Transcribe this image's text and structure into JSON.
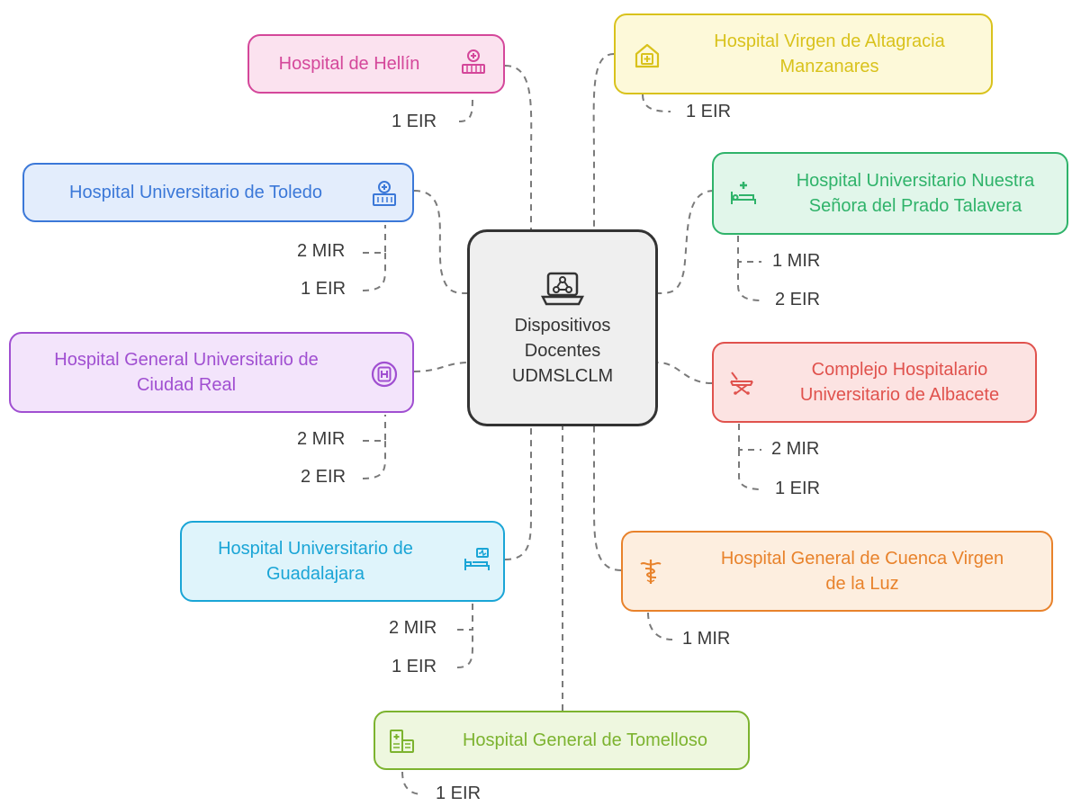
{
  "center": {
    "lines": [
      "Dispositivos",
      "Docentes",
      "UDMSLCLM"
    ],
    "icon": "network-laptop-icon"
  },
  "nodes": {
    "hellin": {
      "lines": [
        "Hospital de Hellín"
      ],
      "color": "#d4479a",
      "fill": "#fbe2ef",
      "icon": "hospital-building-icon",
      "items": [
        "1 EIR"
      ]
    },
    "toledo": {
      "lines": [
        "Hospital Universitario de Toledo"
      ],
      "color": "#3b78d8",
      "fill": "#e3edfc",
      "icon": "hospital-building-icon",
      "items": [
        "2 MIR",
        "1 EIR"
      ]
    },
    "ciudad_real": {
      "lines": [
        "Hospital General Universitario de",
        "Ciudad Real"
      ],
      "color": "#a04fd1",
      "fill": "#f3e4fb",
      "icon": "hospital-h-icon",
      "items": [
        "2 MIR",
        "2 EIR"
      ]
    },
    "guadalajara": {
      "lines": [
        "Hospital Universitario de",
        "Guadalajara"
      ],
      "color": "#1aa5d6",
      "fill": "#dff4fb",
      "icon": "hospital-bed-monitor-icon",
      "items": [
        "2 MIR",
        "1 EIR"
      ]
    },
    "tomelloso": {
      "lines": [
        "Hospital General de Tomelloso"
      ],
      "color": "#7cb32f",
      "fill": "#eef7df",
      "icon": "hospital-building-icon",
      "items": [
        "1 EIR"
      ]
    },
    "manzanares": {
      "lines": [
        "Hospital Virgen de Altagracia",
        "Manzanares"
      ],
      "color": "#d9c21c",
      "fill": "#fdf9d9",
      "icon": "hospital-house-icon",
      "items": [
        "1 EIR"
      ]
    },
    "talavera": {
      "lines": [
        "Hospital Universitario Nuestra",
        "Señora del Prado Talavera"
      ],
      "color": "#2fb36a",
      "fill": "#e1f6ea",
      "icon": "hospital-bed-icon",
      "items": [
        "1 MIR",
        "2 EIR"
      ]
    },
    "albacete": {
      "lines": [
        "Complejo Hospitalario",
        "Universitario de Albacete"
      ],
      "color": "#e0524d",
      "fill": "#fce3e2",
      "icon": "stretcher-icon",
      "items": [
        "2 MIR",
        "1 EIR"
      ]
    },
    "cuenca": {
      "lines": [
        "Hospital General de Cuenca Virgen",
        "de la Luz"
      ],
      "color": "#e8822b",
      "fill": "#fdeedf",
      "icon": "caduceus-icon",
      "items": [
        "1 MIR"
      ]
    }
  }
}
